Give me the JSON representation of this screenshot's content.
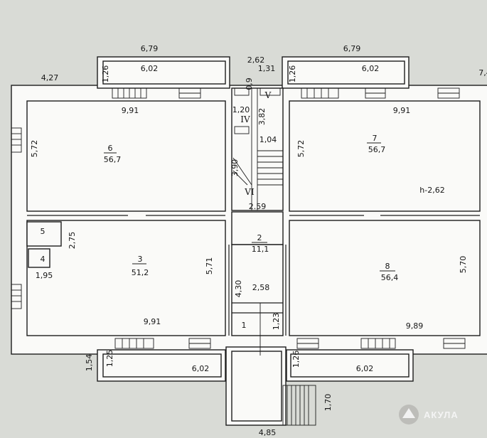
{
  "rooms": [
    {
      "num": "6",
      "area": "56,7"
    },
    {
      "num": "7",
      "area": "56,7"
    },
    {
      "num": "3",
      "area": "51,2"
    },
    {
      "num": "8",
      "area": "56,4"
    },
    {
      "num": "2",
      "area": "11,1"
    },
    {
      "num": "5",
      "area": ""
    },
    {
      "num": "4",
      "area": ""
    },
    {
      "num": "1",
      "area": ""
    }
  ],
  "stairs": [
    "IV",
    "V",
    "VI"
  ],
  "ceiling_height": "h-2,62",
  "dimensions": [
    "6,79",
    "6,79",
    "4,27",
    "2,62",
    "1,31",
    "7,4",
    "1,26",
    "6,02",
    "1,26",
    "6,02",
    "0,9",
    "9,91",
    "9,91",
    "1,20",
    "3,82",
    "5,72",
    "5,72",
    "1,04",
    "3,90",
    "2.59",
    "2,75",
    "1,95",
    "5,71",
    "5,70",
    "4,30",
    "2,58",
    "1,23",
    "9,91",
    "9,89",
    "1,54",
    "1,25",
    "6,02",
    "1,26",
    "6,02",
    "1,70",
    "4,85"
  ],
  "watermark": "АКУЛА"
}
